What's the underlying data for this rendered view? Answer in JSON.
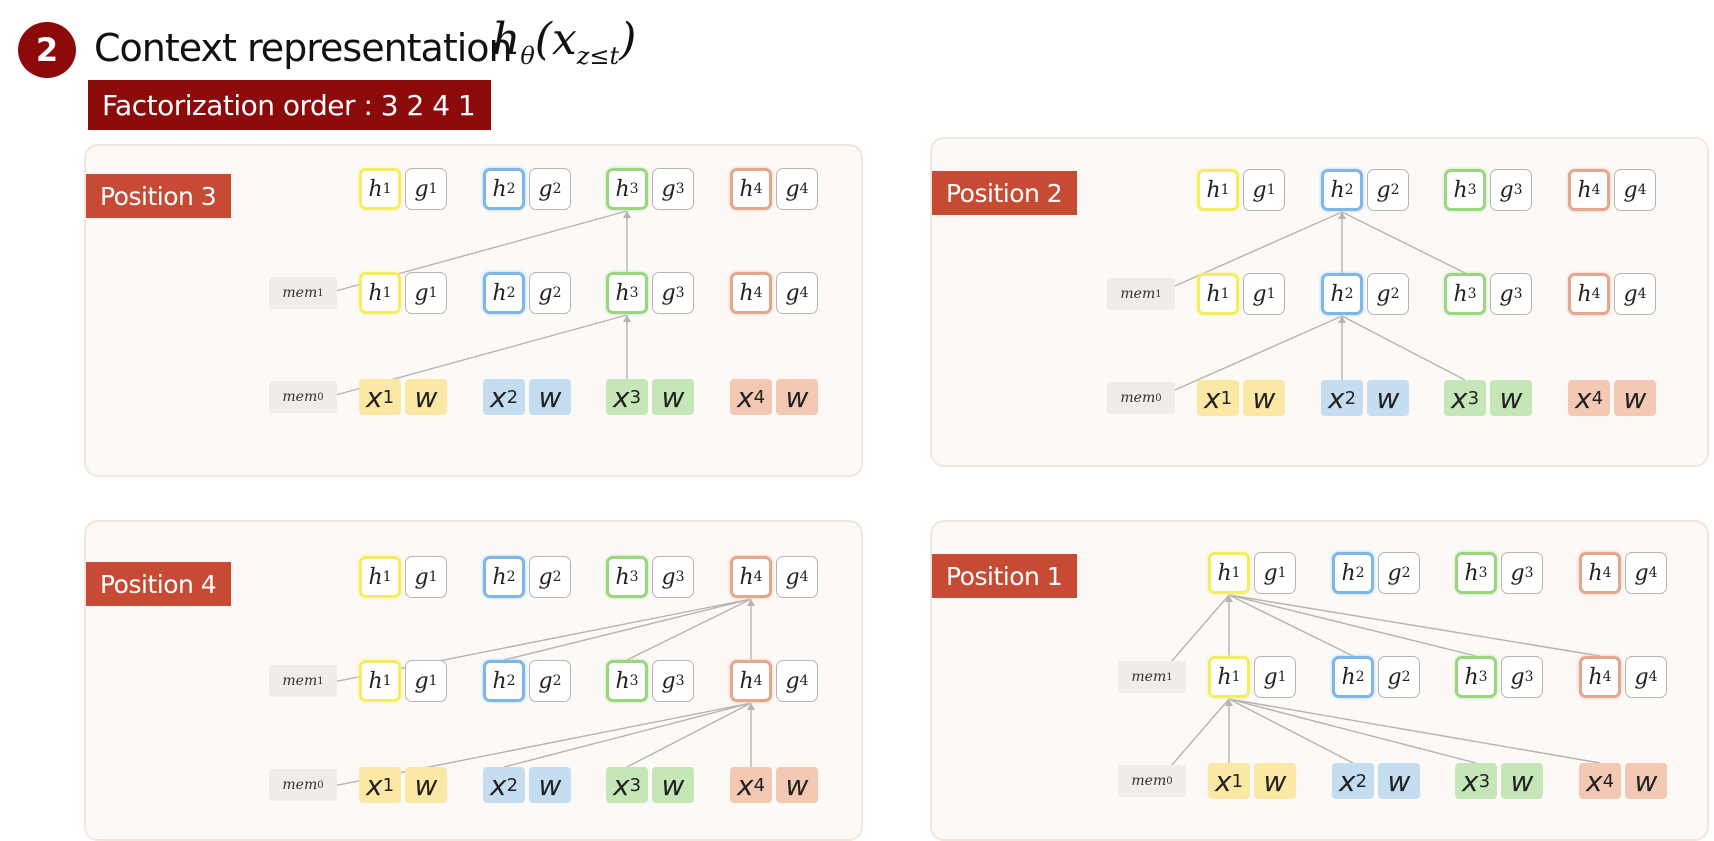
{
  "header": {
    "step_number": "2",
    "title": "Context representation",
    "formula_base": "h",
    "formula_theta": "θ",
    "formula_open": "(x",
    "formula_sub": "z≤t",
    "formula_close": ")"
  },
  "order_banner": "Factorization order : 3 2 4 1",
  "colors": {
    "accent_dark_red": "#8c0a0a",
    "panel_label": "#c74b34",
    "token1": "#f2ee60",
    "token2": "#7eb6ea",
    "token3": "#9ad57f",
    "token4": "#e3a78d",
    "edge": "#b4b4b4"
  },
  "labels": {
    "h": "h",
    "g": "g",
    "x": "x",
    "w": "w",
    "mem": "mem",
    "mem_layer1_sub": "1",
    "mem_layer0_sub": "0",
    "index_1": "1",
    "index_2": "2",
    "index_3": "3",
    "index_4": "4"
  },
  "panels": [
    {
      "label": "Position 3",
      "target": 3,
      "top_sources": [
        "mem1",
        "3"
      ],
      "mid_sources": [
        "mem0",
        "3"
      ]
    },
    {
      "label": "Position 2",
      "target": 2,
      "top_sources": [
        "mem1",
        "2",
        "3"
      ],
      "mid_sources": [
        "mem0",
        "2",
        "3"
      ]
    },
    {
      "label": "Position 4",
      "target": 4,
      "top_sources": [
        "mem1",
        "2",
        "3",
        "4"
      ],
      "mid_sources": [
        "mem0",
        "2",
        "3",
        "4"
      ]
    },
    {
      "label": "Position 1",
      "target": 1,
      "top_sources": [
        "mem1",
        "1",
        "2",
        "3",
        "4"
      ],
      "mid_sources": [
        "mem0",
        "1",
        "2",
        "3",
        "4"
      ]
    }
  ]
}
